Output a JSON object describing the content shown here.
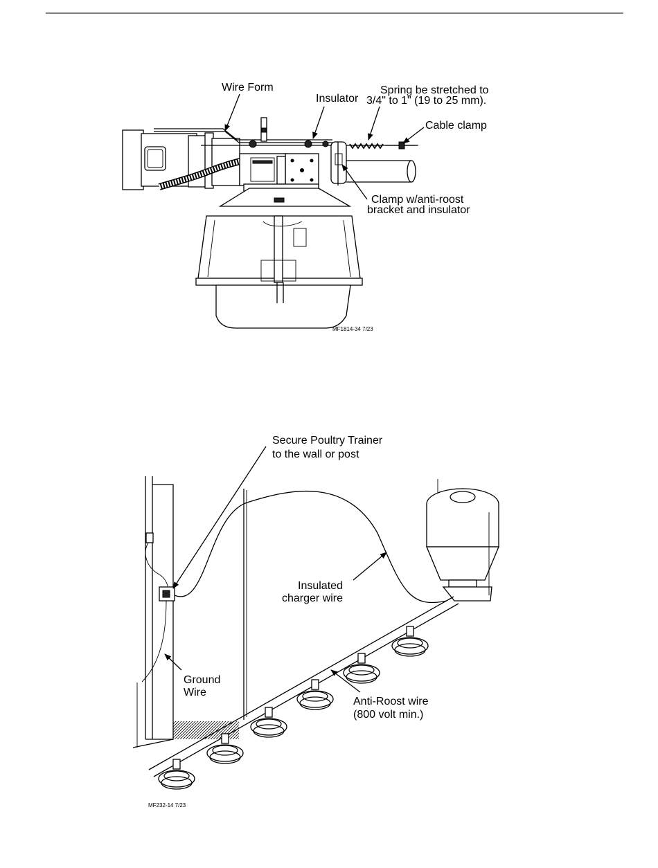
{
  "figure1": {
    "labels": {
      "wire_form": "Wire Form",
      "insulator": "Insulator",
      "spring_line1": "Spring be stretched to",
      "spring_line2": "3/4\" to 1\" (19 to 25 mm).",
      "cable_clamp": "Cable clamp",
      "clamp_line1": "Clamp w/anti-roost",
      "clamp_line2": "bracket and insulator"
    },
    "figure_id": "MF1814-34 7/23"
  },
  "figure2": {
    "labels": {
      "secure_line1": "Secure Poultry Trainer",
      "secure_line2": "to the wall or post",
      "insulated_line1": "Insulated",
      "insulated_line2": "charger wire",
      "ground_line1": "Ground",
      "ground_line2": "Wire",
      "antiroost_line1": "Anti-Roost wire",
      "antiroost_line2": "(800 volt min.)"
    },
    "figure_id": "MF232-14 7/23"
  }
}
